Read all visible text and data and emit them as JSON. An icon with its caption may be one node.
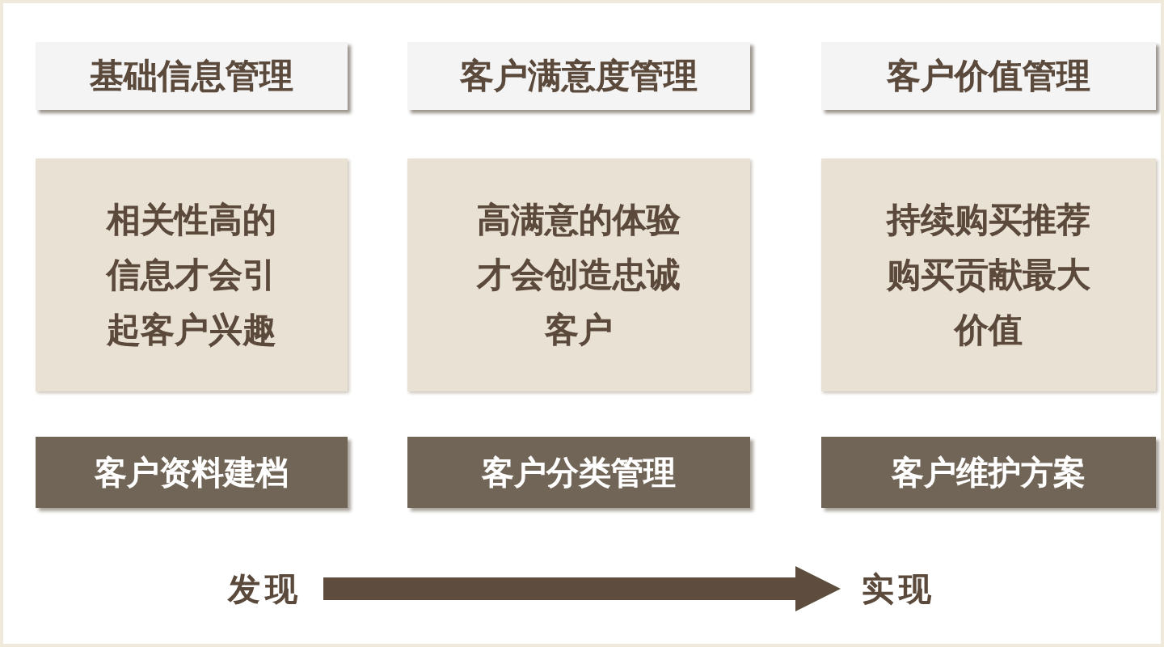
{
  "diagram": {
    "nodes": [
      {
        "text": [
          "基础信息管理"
        ]
      },
      {
        "text": [
          "客户满意度管理"
        ]
      },
      {
        "text": [
          "客户价值管理"
        ]
      },
      {
        "text": [
          "相关性高的信息才会引起客户兴趣"
        ]
      },
      {
        "text": [
          "高满意的体验才会创造忠诚客户"
        ]
      },
      {
        "text": [
          "持续购买推荐购买贡献最大价值"
        ]
      },
      {
        "text": [
          "客户资料建档"
        ]
      },
      {
        "text": [
          "客户分类管理"
        ]
      },
      {
        "text": [
          "客户维护方案"
        ]
      },
      {
        "text": [
          "发现"
        ]
      },
      {
        "text": [
          "实现"
        ]
      }
    ],
    "edges": [
      {
        "from": 9,
        "to": 10,
        "arrow": "to"
      }
    ]
  }
}
